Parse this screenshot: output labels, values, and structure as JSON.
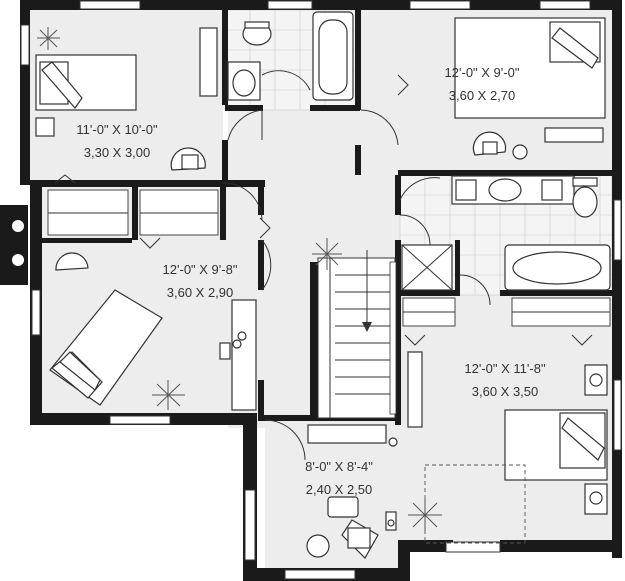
{
  "rooms": {
    "bedroom_nw": {
      "imperial": "11'-0\" X 10'-0\"",
      "metric": "3,30 X 3,00"
    },
    "bedroom_ne": {
      "imperial": "12'-0\" X 9'-0\"",
      "metric": "3,60 X 2,70"
    },
    "bedroom_w": {
      "imperial": "12'-0\" X 9'-8\"",
      "metric": "3,60 X 2,90"
    },
    "bedroom_se": {
      "imperial": "12'-0\" X 11'-8\"",
      "metric": "3,60 X 3,50"
    },
    "family": {
      "imperial": "8'-0\" X 8'-4\"",
      "metric": "2,40 X 2,50"
    }
  },
  "colors": {
    "wall": "#1a1a1a",
    "floor": "#ededed",
    "tile": "#f4f4f4",
    "text": "#333333"
  }
}
